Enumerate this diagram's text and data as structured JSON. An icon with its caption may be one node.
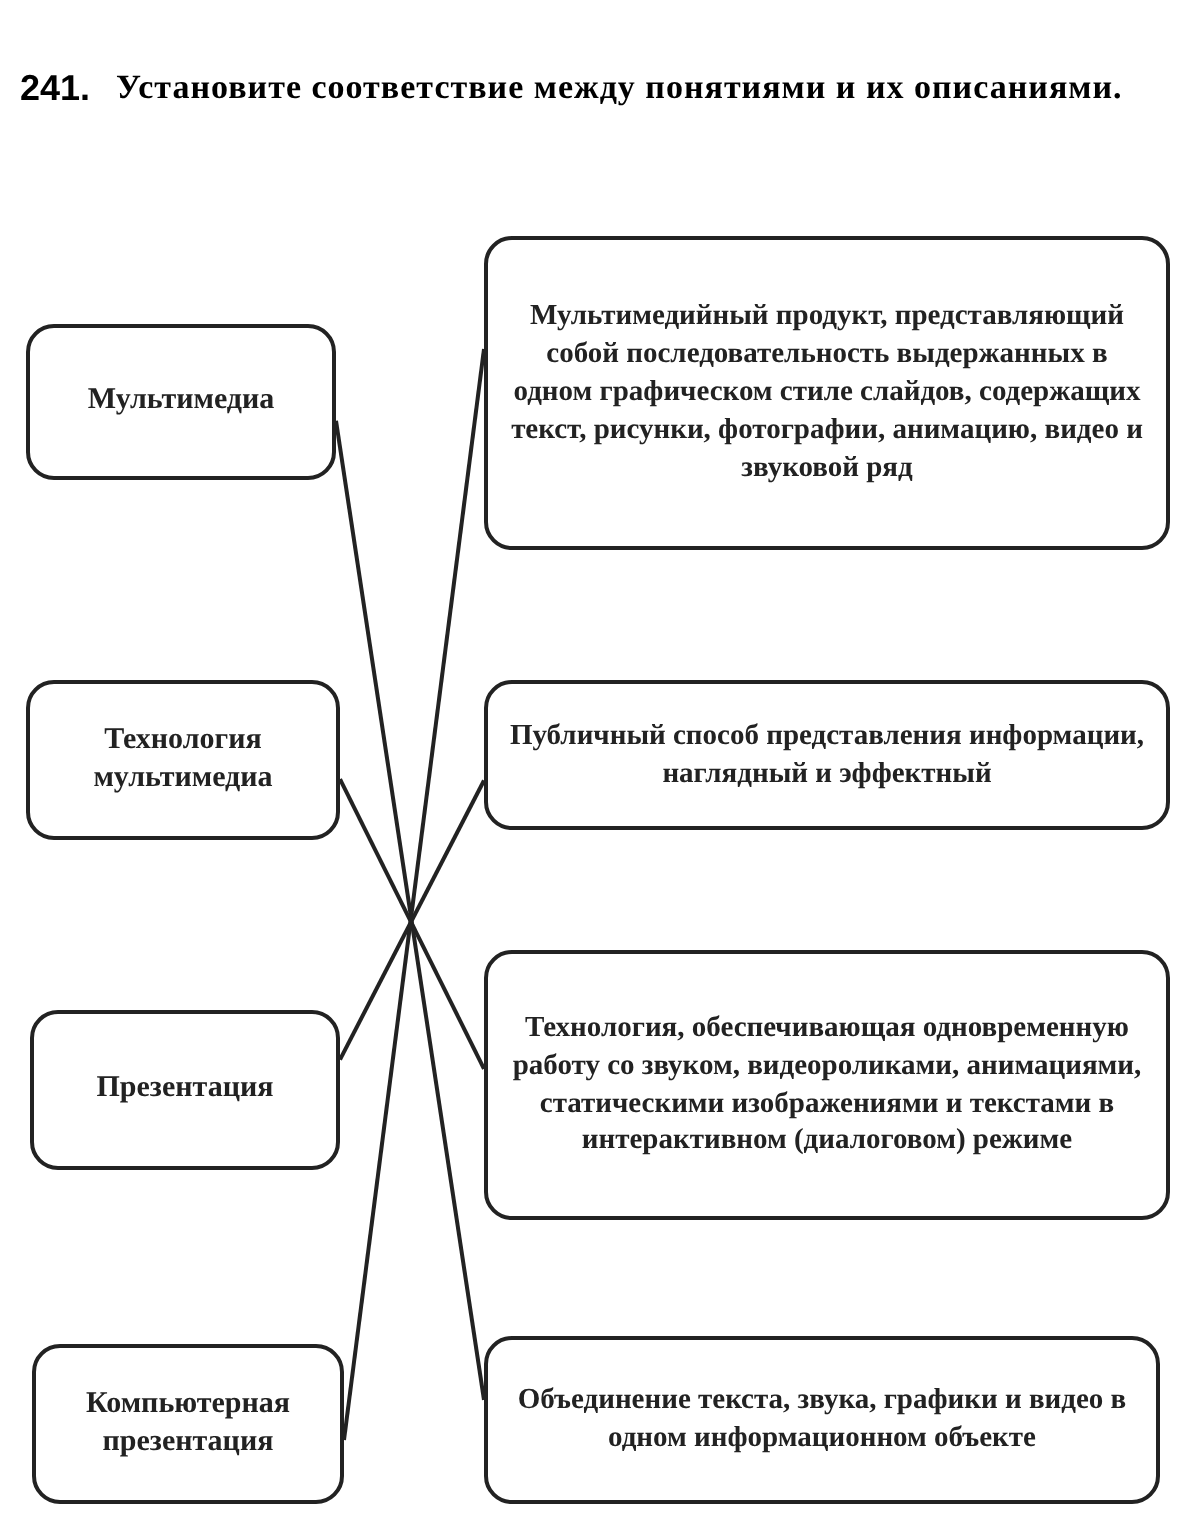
{
  "diagram": {
    "title": "Установите соответствие между понятиями и их описаниями.",
    "nodes": [
      {
        "text": [
          "Мультимедиа"
        ]
      },
      {
        "text": [
          "Технология мультимедиа"
        ]
      },
      {
        "text": [
          "Презентация"
        ]
      },
      {
        "text": [
          "Компьютерная презентация"
        ]
      },
      {
        "text": [
          "Мультимедийный продукт, представляющий собой последовательность выдержанных в одном графическом стиле слайдов, содержащих текст, рисунки, фотографии, анимацию, видео и звуковой ряд"
        ]
      },
      {
        "text": [
          "Публичный способ представления информации, наглядный и эффектный"
        ]
      },
      {
        "text": [
          "Технология, обеспечивающая одновременную работу со звуком, видеороликами, анимациями, статическими изображениями и текстами в интерактивном (диалоговом) режиме"
        ]
      },
      {
        "text": [
          "Объединение текста, звука, графики и видео в одном информационном объекте"
        ]
      }
    ],
    "edges": [
      {
        "from": 0,
        "to": 7,
        "arrow": "none"
      },
      {
        "from": 1,
        "to": 6,
        "arrow": "none"
      },
      {
        "from": 2,
        "to": 5,
        "arrow": "none"
      },
      {
        "from": 3,
        "to": 4,
        "arrow": "none"
      }
    ],
    "labels": [
      "241."
    ]
  }
}
